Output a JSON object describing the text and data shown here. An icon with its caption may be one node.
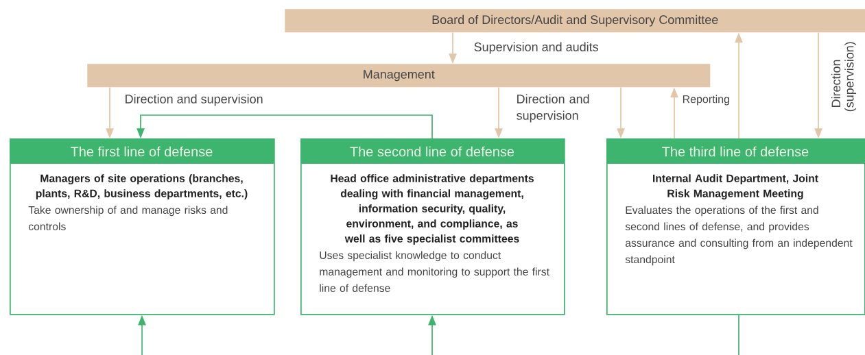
{
  "diagram": {
    "nodes": [
      {
        "text": [
          "Board of Directors/Audit and Supervisory Committee"
        ]
      },
      {
        "text": [
          "Management"
        ]
      },
      {
        "text": [
          "The first line of defense",
          "Managers of site operations (branches, plants, R&D, business departments, etc.)",
          "Take ownership of and manage risks and controls"
        ]
      },
      {
        "text": [
          "The second line of defense",
          "Head office administrative departments dealing with financial management, information security, quality, environment, and compliance, as well as five specialist committees",
          "Uses specialist knowledge to conduct management and monitoring to support the first line of defense"
        ]
      },
      {
        "text": [
          "The third line of defense",
          "Internal Audit Department, Joint Risk Management Meeting",
          "Evaluates the operations of the first and second lines of defense, and provides assurance and consulting from an independent standpoint"
        ]
      }
    ],
    "edges": [
      {
        "from": 0,
        "to": 1,
        "arrow": "to",
        "label": "Supervision and audits"
      },
      {
        "from": 1,
        "to": 2,
        "arrow": "to",
        "label": "Direction and supervision"
      },
      {
        "from": 3,
        "to": 2,
        "arrow": "to",
        "color": "#3eb56e"
      },
      {
        "from": 1,
        "to": 3,
        "arrow": "to",
        "label": "Direction and supervision"
      },
      {
        "from": 1,
        "to": 4,
        "arrow": "to"
      },
      {
        "from": 4,
        "to": 1,
        "arrow": "to",
        "label": "Reporting"
      },
      {
        "from": 4,
        "to": 0,
        "arrow": "to"
      },
      {
        "from": 0,
        "to": 4,
        "arrow": "to",
        "label": "Direction (supervision)"
      },
      {
        "from": null,
        "to": 2,
        "arrow": "to",
        "color": "#3eb56e"
      },
      {
        "from": null,
        "to": 3,
        "arrow": "to",
        "color": "#3eb56e"
      },
      {
        "from": 4,
        "to": null,
        "arrow": "none",
        "color": "#3eb56e"
      }
    ]
  }
}
